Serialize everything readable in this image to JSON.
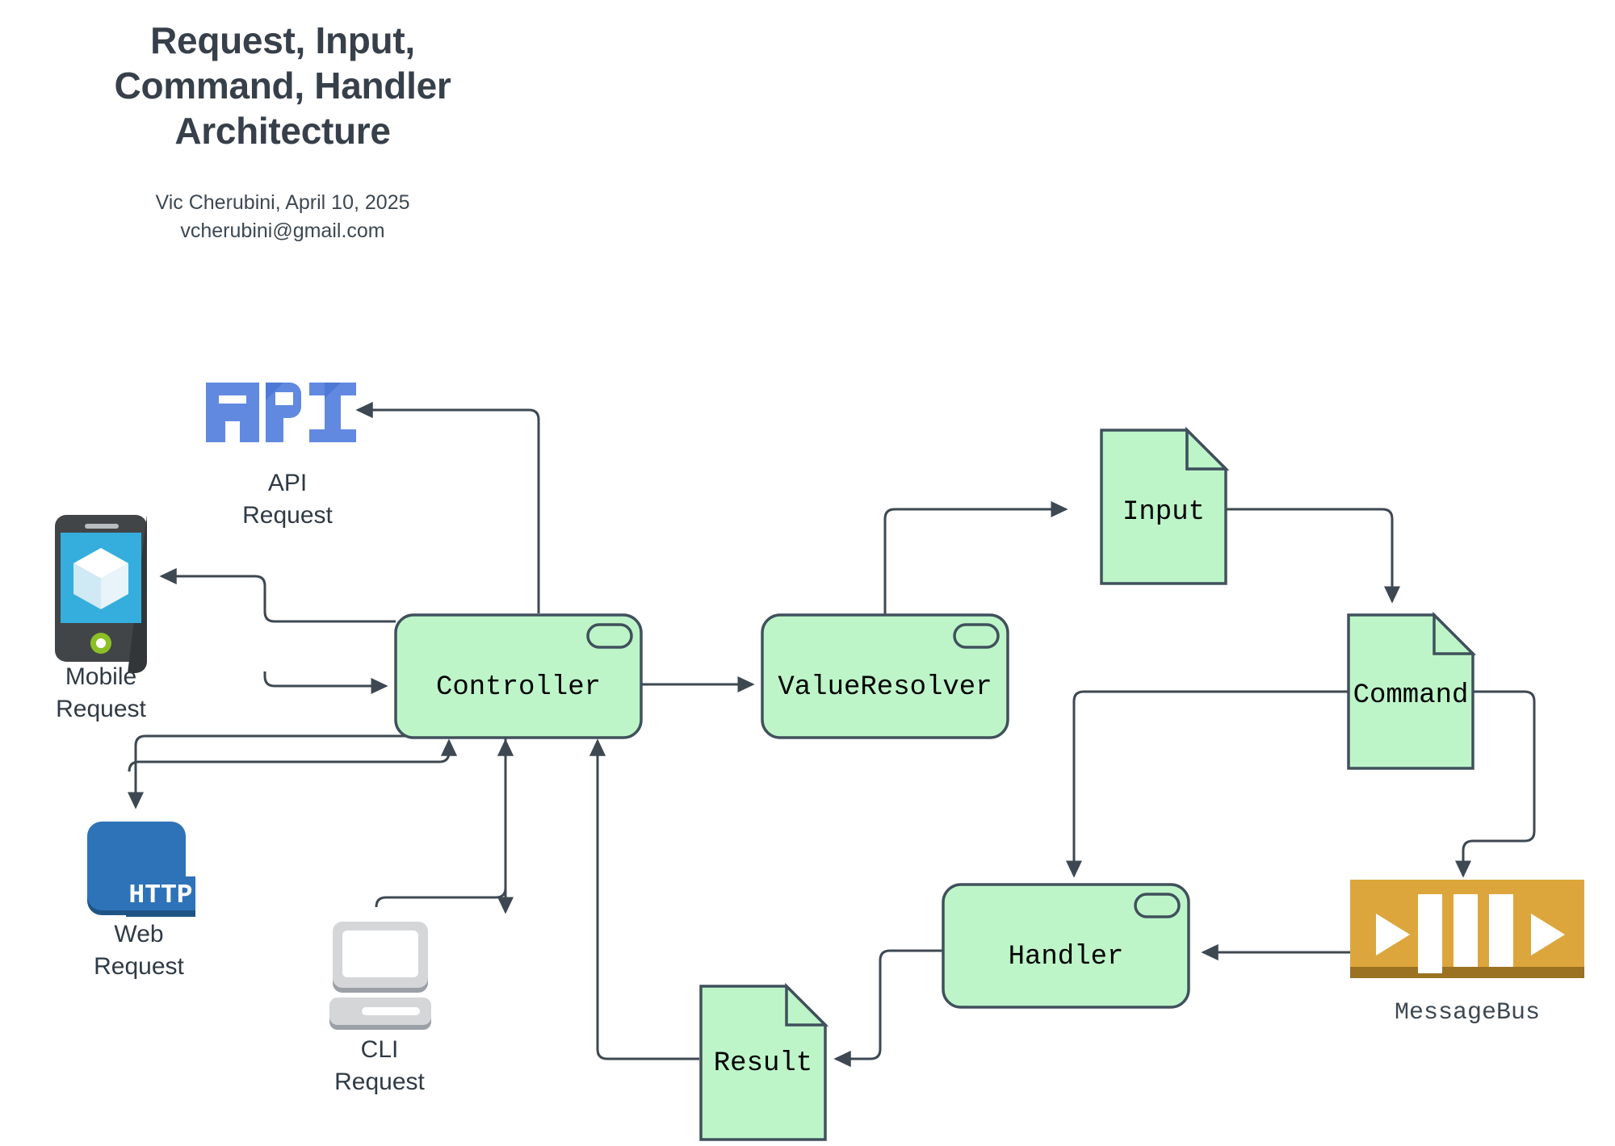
{
  "header": {
    "title_lines": [
      "Request, Input,",
      "Command, Handler",
      "Architecture"
    ],
    "title_full": "Request, Input, Command, Handler Architecture",
    "author_line": "Vic Cherubini, April 10, 2025",
    "email_line": "vcherubini@gmail.com"
  },
  "colors": {
    "node_fill": "#bdf5c9",
    "node_stroke": "#40505c",
    "edge": "#3d4852",
    "title_text": "#37404a",
    "api_blue": "#6189e0",
    "mobile_screen": "#35aede",
    "mobile_body": "#424548",
    "mobile_home": "#8cbf26",
    "http_blue": "#2e73b8",
    "cli_gray": "#d4d6d8",
    "bus_orange": "#dda63c",
    "bus_orange_dark": "#9a7221",
    "background": "#ffffff"
  },
  "icons": [
    {
      "id": "api",
      "icon_name": "api-logo-icon",
      "glyph": "API",
      "caption_lines": [
        "API",
        "Request"
      ]
    },
    {
      "id": "mobile",
      "icon_name": "mobile-phone-icon",
      "glyph": "",
      "caption_lines": [
        "Mobile",
        "Request"
      ]
    },
    {
      "id": "web",
      "icon_name": "http-web-icon",
      "glyph": "HTTP",
      "caption_lines": [
        "Web",
        "Request"
      ]
    },
    {
      "id": "cli",
      "icon_name": "cli-terminal-icon",
      "glyph": "",
      "caption_lines": [
        "CLI",
        "Request"
      ]
    },
    {
      "id": "bus",
      "icon_name": "message-bus-icon",
      "glyph": "",
      "caption_lines": [
        "MessageBus"
      ]
    }
  ],
  "nodes": [
    {
      "id": "controller",
      "label": "Controller",
      "shape": "component"
    },
    {
      "id": "valueresolver",
      "label": "ValueResolver",
      "shape": "component"
    },
    {
      "id": "handler",
      "label": "Handler",
      "shape": "component"
    },
    {
      "id": "input",
      "label": "Input",
      "shape": "document"
    },
    {
      "id": "command",
      "label": "Command",
      "shape": "document"
    },
    {
      "id": "result",
      "label": "Result",
      "shape": "document"
    }
  ],
  "edges": [
    {
      "from": "controller",
      "to": "api",
      "name": "edge-controller-to-api"
    },
    {
      "from": "controller",
      "to": "mobile",
      "name": "edge-controller-to-mobile"
    },
    {
      "from": "mobile",
      "to": "controller",
      "name": "edge-mobile-to-controller"
    },
    {
      "from": "controller",
      "to": "web",
      "name": "edge-controller-to-web"
    },
    {
      "from": "web",
      "to": "controller",
      "name": "edge-web-to-controller"
    },
    {
      "from": "controller",
      "to": "cli",
      "name": "edge-controller-to-cli"
    },
    {
      "from": "cli",
      "to": "controller",
      "name": "edge-cli-to-controller"
    },
    {
      "from": "controller",
      "to": "valueresolver",
      "name": "edge-controller-to-valueresolver"
    },
    {
      "from": "valueresolver",
      "to": "input",
      "name": "edge-valueresolver-to-input"
    },
    {
      "from": "input",
      "to": "command",
      "name": "edge-input-to-command"
    },
    {
      "from": "command",
      "to": "handler",
      "name": "edge-command-to-handler"
    },
    {
      "from": "command",
      "to": "bus",
      "name": "edge-command-to-messagebus"
    },
    {
      "from": "bus",
      "to": "handler",
      "name": "edge-messagebus-to-handler"
    },
    {
      "from": "handler",
      "to": "result",
      "name": "edge-handler-to-result"
    },
    {
      "from": "result",
      "to": "controller",
      "name": "edge-result-to-controller"
    }
  ]
}
